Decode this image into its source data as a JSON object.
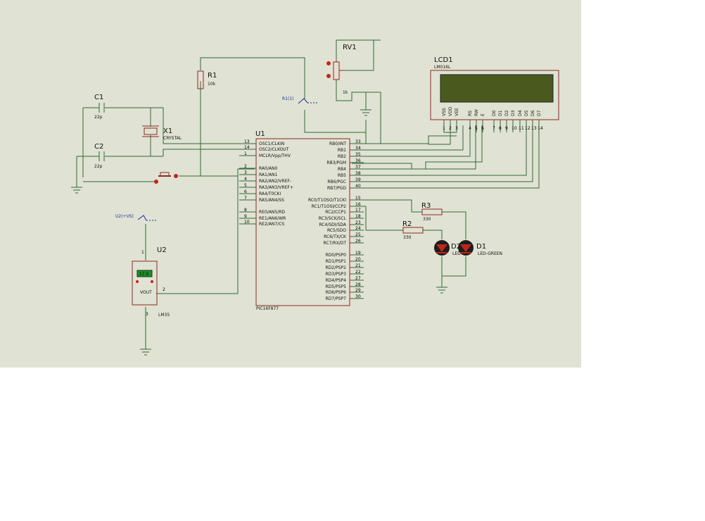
{
  "components": {
    "c1": {
      "ref": "C1",
      "value": "22p"
    },
    "c2": {
      "ref": "C2",
      "value": "22p"
    },
    "x1": {
      "ref": "X1",
      "value": "CRYSTAL"
    },
    "r1": {
      "ref": "R1",
      "value": "10k"
    },
    "rv1": {
      "ref": "RV1",
      "value": "1k"
    },
    "lcd1": {
      "ref": "LCD1",
      "value": "LM016L",
      "pin_names": [
        "VSS",
        "VDD",
        "VEE",
        "RS",
        "RW",
        "E",
        "D0",
        "D1",
        "D2",
        "D3",
        "D4",
        "D5",
        "D6",
        "D7"
      ],
      "pin_numbers": [
        "1",
        "2",
        "3",
        "4",
        "5",
        "6",
        "7",
        "8",
        "9",
        "10",
        "11",
        "12",
        "13",
        "14"
      ]
    },
    "u1": {
      "ref": "U1",
      "value": "PIC16F877",
      "left_pins": [
        {
          "num": "13",
          "name": "OSC1/CLKIN"
        },
        {
          "num": "14",
          "name": "OSC2/CLKOUT"
        },
        {
          "num": "1",
          "name": "MCLR/Vpp/THV"
        },
        {
          "num": "2",
          "name": "RA0/AN0"
        },
        {
          "num": "3",
          "name": "RA1/AN1"
        },
        {
          "num": "4",
          "name": "RA2/AN2/VREF-"
        },
        {
          "num": "5",
          "name": "RA3/AN3/VREF+"
        },
        {
          "num": "6",
          "name": "RA4/T0CKI"
        },
        {
          "num": "7",
          "name": "RA5/AN4/SS"
        },
        {
          "num": "8",
          "name": "RE0/AN5/RD"
        },
        {
          "num": "9",
          "name": "RE1/AN6/WR"
        },
        {
          "num": "10",
          "name": "RE2/AN7/CS"
        }
      ],
      "right_pins": [
        {
          "num": "33",
          "name": "RB0/INT"
        },
        {
          "num": "34",
          "name": "RB1"
        },
        {
          "num": "35",
          "name": "RB2"
        },
        {
          "num": "36",
          "name": "RB3/PGM"
        },
        {
          "num": "37",
          "name": "RB4"
        },
        {
          "num": "38",
          "name": "RB5"
        },
        {
          "num": "39",
          "name": "RB6/PGC"
        },
        {
          "num": "40",
          "name": "RB7/PGD"
        },
        {
          "num": "15",
          "name": "RC0/T1OSO/T1CKI"
        },
        {
          "num": "16",
          "name": "RC1/T1OSI/CCP2"
        },
        {
          "num": "17",
          "name": "RC2/CCP1"
        },
        {
          "num": "18",
          "name": "RC3/SCK/SCL"
        },
        {
          "num": "23",
          "name": "RC4/SDI/SDA"
        },
        {
          "num": "24",
          "name": "RC5/SDO"
        },
        {
          "num": "25",
          "name": "RC6/TX/CK"
        },
        {
          "num": "26",
          "name": "RC7/RX/DT"
        },
        {
          "num": "19",
          "name": "RD0/PSP0"
        },
        {
          "num": "20",
          "name": "RD1/PSP1"
        },
        {
          "num": "21",
          "name": "RD2/PSP2"
        },
        {
          "num": "22",
          "name": "RD3/PSP3"
        },
        {
          "num": "27",
          "name": "RD4/PSP4"
        },
        {
          "num": "28",
          "name": "RD5/PSP5"
        },
        {
          "num": "29",
          "name": "RD6/PSP6"
        },
        {
          "num": "30",
          "name": "RD7/PSP7"
        }
      ]
    },
    "u2": {
      "ref": "U2",
      "value": "LM35",
      "reading": "17.0",
      "pin_label": "VOUT",
      "pin1": "1",
      "pin2": "2",
      "pin3": "3",
      "net_label": "U2(+VS)"
    },
    "r2": {
      "ref": "R2",
      "value": "330"
    },
    "r3": {
      "ref": "R3",
      "value": "330"
    },
    "d1": {
      "ref": "D1",
      "value": "LED-GREEN"
    },
    "d2": {
      "ref": "D2",
      "value": "LED"
    },
    "r1_net": {
      "label": "R1(1)"
    }
  },
  "colors": {
    "sheet": "#e0e2d3",
    "wire": "#2f6b36",
    "component_outline": "#8a2b21",
    "ic_body": "#c9cbb3",
    "lcd_screen": "#4a5a1e",
    "net_label": "#1a2fa0",
    "led_red": "#c0261b",
    "u2_display": "#1f8f2a"
  }
}
